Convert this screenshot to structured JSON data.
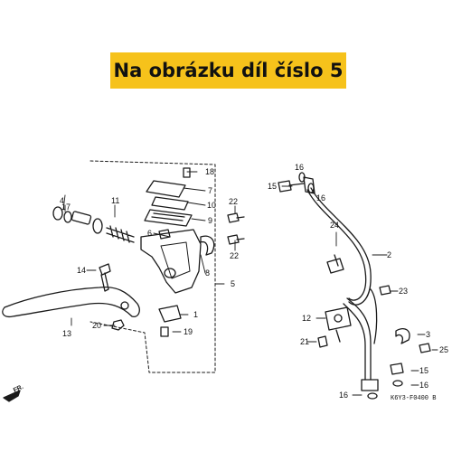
{
  "banner": {
    "text": "Na obrázku díl číslo 5",
    "color": "#f6c21b"
  },
  "direction_label": "FR.",
  "diagram_code": "K6Y3-F0400 B",
  "parts": [
    {
      "number": "1"
    },
    {
      "number": "2"
    },
    {
      "number": "3"
    },
    {
      "number": "4"
    },
    {
      "number": "5"
    },
    {
      "number": "6"
    },
    {
      "number": "7"
    },
    {
      "number": "8"
    },
    {
      "number": "9"
    },
    {
      "number": "10"
    },
    {
      "number": "11"
    },
    {
      "number": "12"
    },
    {
      "number": "13"
    },
    {
      "number": "14"
    },
    {
      "number": "15"
    },
    {
      "number": "16"
    },
    {
      "number": "17"
    },
    {
      "number": "18"
    },
    {
      "number": "19"
    },
    {
      "number": "20"
    },
    {
      "number": "21"
    },
    {
      "number": "22"
    },
    {
      "number": "23"
    },
    {
      "number": "24"
    },
    {
      "number": "25"
    }
  ]
}
